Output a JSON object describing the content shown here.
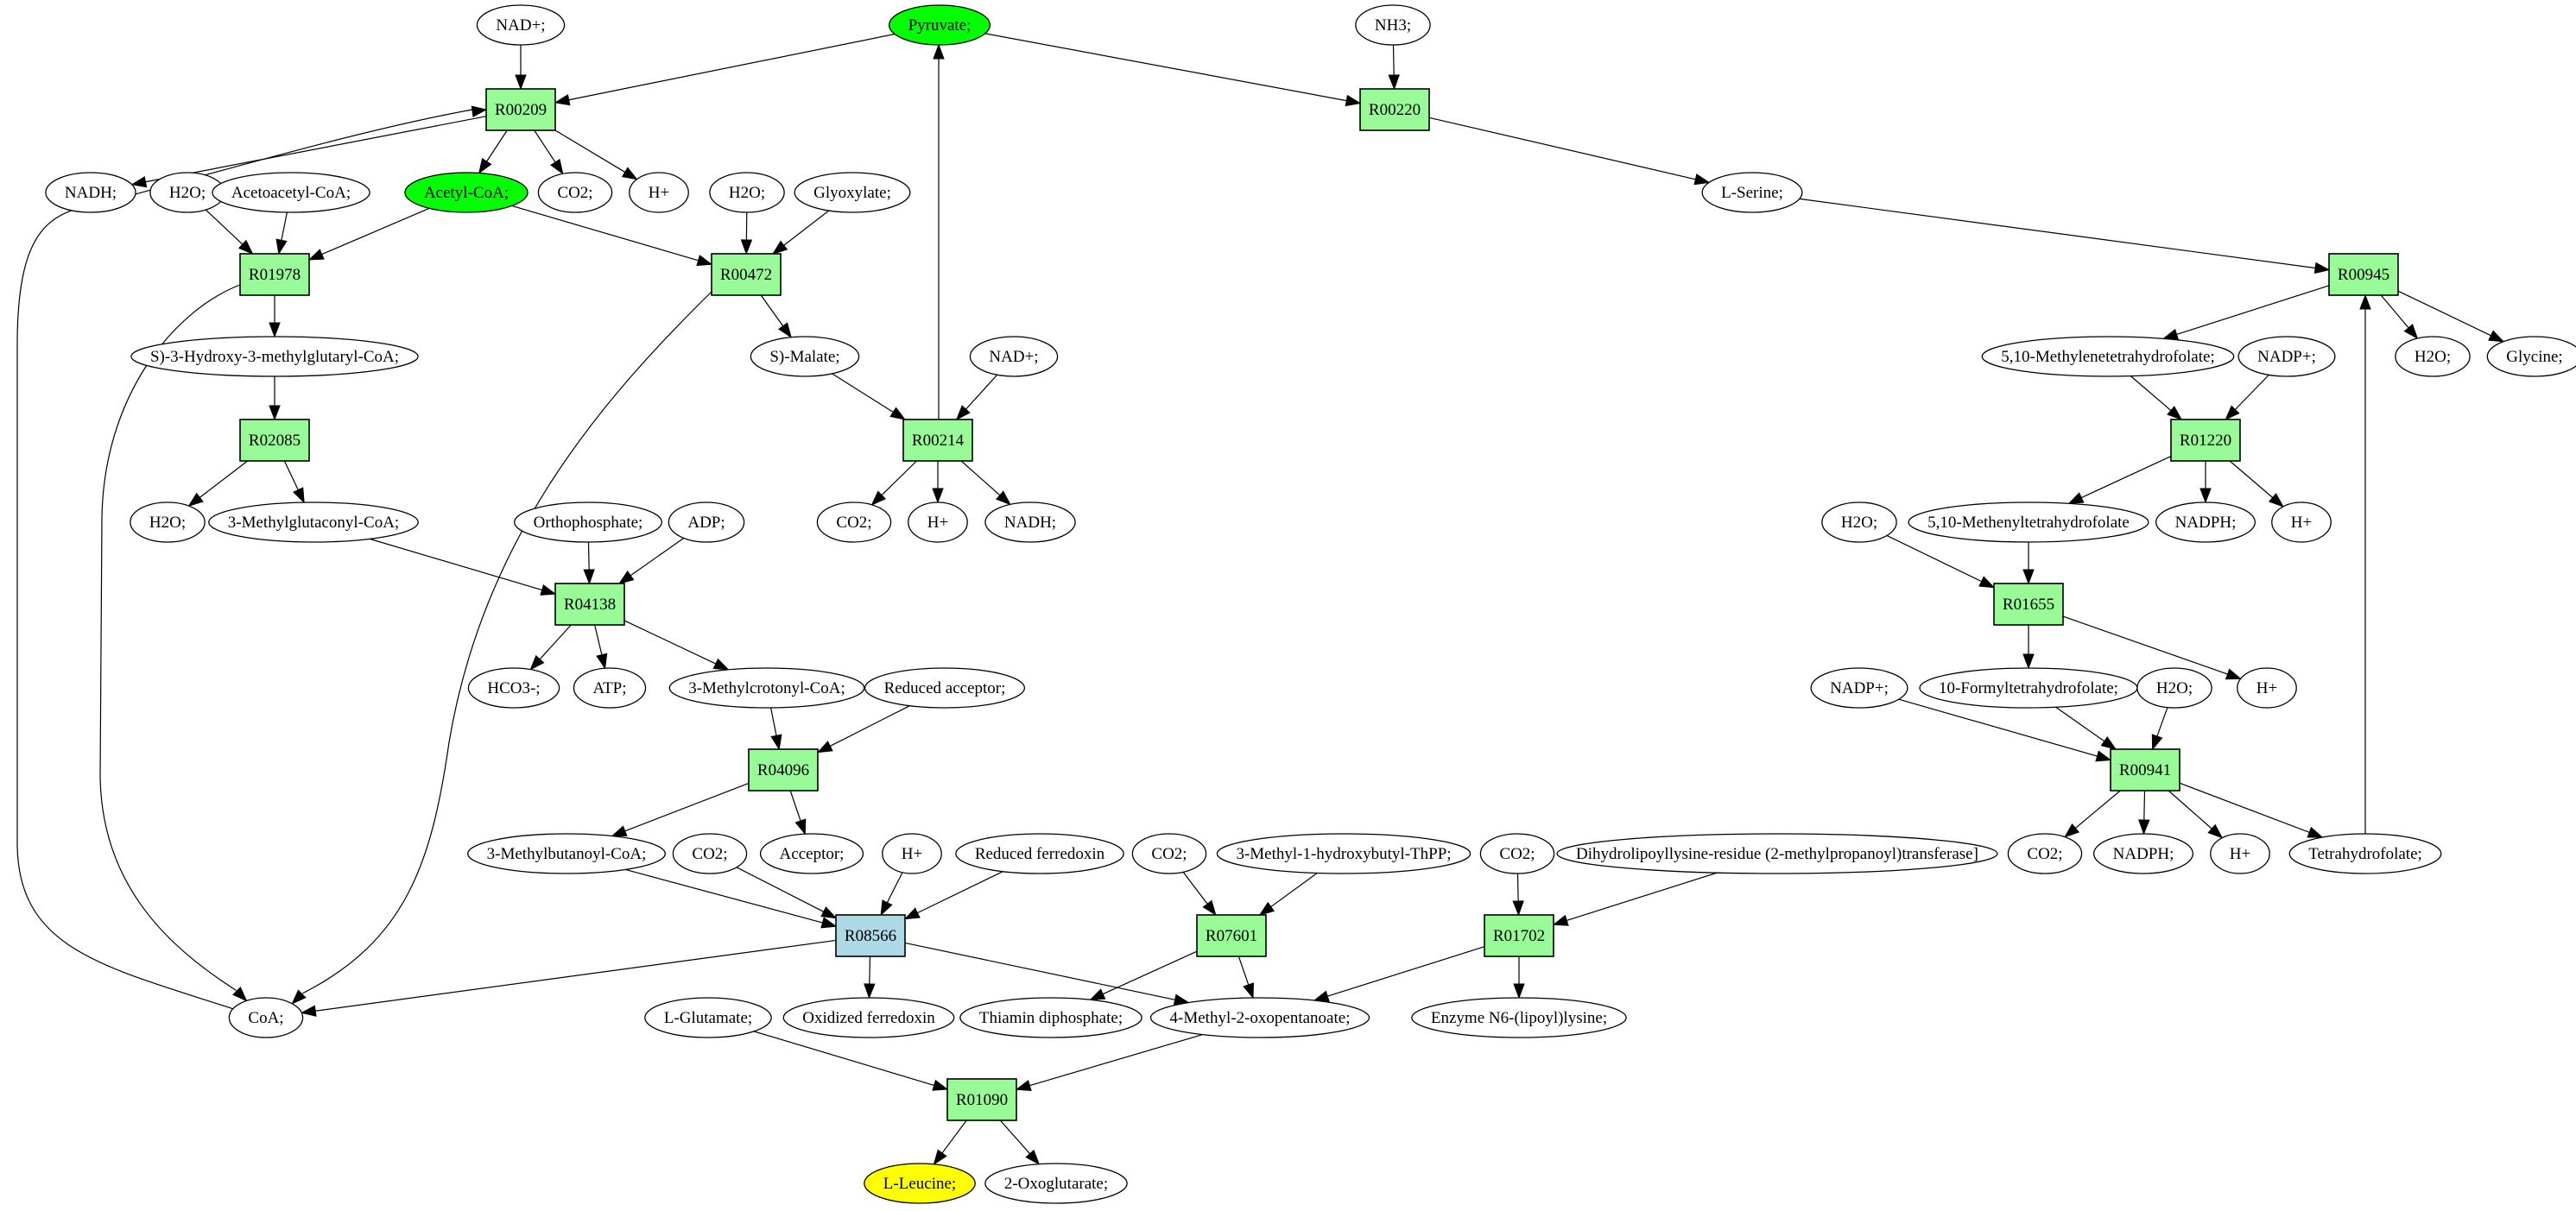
{
  "title": "L-Leucine biosynthesis pathway graph",
  "colors": {
    "reaction": "#98fb98",
    "reaction_highlight": "#add8e6",
    "compound": "#ffffff",
    "source": "#00ff00",
    "target": "#ffff00",
    "edge": "#000000"
  },
  "nodes": [
    {
      "id": "nad_top",
      "label": "NAD+;",
      "type": "compound"
    },
    {
      "id": "pyruvate",
      "label": "Pyruvate;",
      "type": "compound",
      "style": "source"
    },
    {
      "id": "nh3",
      "label": "NH3;",
      "type": "compound"
    },
    {
      "id": "R00209",
      "label": "R00209",
      "type": "reaction"
    },
    {
      "id": "R00220",
      "label": "R00220",
      "type": "reaction"
    },
    {
      "id": "nadh_a",
      "label": "NADH;",
      "type": "compound"
    },
    {
      "id": "h2o_a",
      "label": "H2O;",
      "type": "compound"
    },
    {
      "id": "acetoacetyl",
      "label": "Acetoacetyl-CoA;",
      "type": "compound"
    },
    {
      "id": "acetylcoa",
      "label": "Acetyl-CoA;",
      "type": "compound",
      "style": "source"
    },
    {
      "id": "co2_a",
      "label": "CO2;",
      "type": "compound"
    },
    {
      "id": "hplus_a",
      "label": "H+",
      "type": "compound"
    },
    {
      "id": "h2o_b",
      "label": "H2O;",
      "type": "compound"
    },
    {
      "id": "glyoxylate",
      "label": "Glyoxylate;",
      "type": "compound"
    },
    {
      "id": "lserine",
      "label": "L-Serine;",
      "type": "compound"
    },
    {
      "id": "R01978",
      "label": "R01978",
      "type": "reaction"
    },
    {
      "id": "R00472",
      "label": "R00472",
      "type": "reaction"
    },
    {
      "id": "R00945",
      "label": "R00945",
      "type": "reaction"
    },
    {
      "id": "hmgcoa",
      "label": "S)-3-Hydroxy-3-methylglutaryl-CoA;",
      "type": "compound"
    },
    {
      "id": "smalate",
      "label": "S)-Malate;",
      "type": "compound"
    },
    {
      "id": "nad_b",
      "label": "NAD+;",
      "type": "compound"
    },
    {
      "id": "methylenethf",
      "label": "5,10-Methylenetetrahydrofolate;",
      "type": "compound"
    },
    {
      "id": "nadp_a",
      "label": "NADP+;",
      "type": "compound"
    },
    {
      "id": "h2o_c",
      "label": "H2O;",
      "type": "compound"
    },
    {
      "id": "glycine",
      "label": "Glycine;",
      "type": "compound"
    },
    {
      "id": "R02085",
      "label": "R02085",
      "type": "reaction"
    },
    {
      "id": "R00214",
      "label": "R00214",
      "type": "reaction"
    },
    {
      "id": "R01220",
      "label": "R01220",
      "type": "reaction"
    },
    {
      "id": "h2o_d",
      "label": "H2O;",
      "type": "compound"
    },
    {
      "id": "mgcoa",
      "label": "3-Methylglutaconyl-CoA;",
      "type": "compound"
    },
    {
      "id": "orthophosphate",
      "label": "Orthophosphate;",
      "type": "compound"
    },
    {
      "id": "adp",
      "label": "ADP;",
      "type": "compound"
    },
    {
      "id": "co2_b",
      "label": "CO2;",
      "type": "compound"
    },
    {
      "id": "hplus_b",
      "label": "H+",
      "type": "compound"
    },
    {
      "id": "nadh_b",
      "label": "NADH;",
      "type": "compound"
    },
    {
      "id": "h2o_e",
      "label": "H2O;",
      "type": "compound"
    },
    {
      "id": "methenylthf",
      "label": "5,10-Methenyltetrahydrofolate",
      "type": "compound"
    },
    {
      "id": "nadph_a",
      "label": "NADPH;",
      "type": "compound"
    },
    {
      "id": "hplus_c",
      "label": "H+",
      "type": "compound"
    },
    {
      "id": "R04138",
      "label": "R04138",
      "type": "reaction"
    },
    {
      "id": "R01655",
      "label": "R01655",
      "type": "reaction"
    },
    {
      "id": "hco3",
      "label": "HCO3-;",
      "type": "compound"
    },
    {
      "id": "atp",
      "label": "ATP;",
      "type": "compound"
    },
    {
      "id": "mccoa",
      "label": "3-Methylcrotonyl-CoA;",
      "type": "compound"
    },
    {
      "id": "redacceptor",
      "label": "Reduced acceptor;",
      "type": "compound"
    },
    {
      "id": "nadp_b",
      "label": "NADP+;",
      "type": "compound"
    },
    {
      "id": "formylthf",
      "label": "10-Formyltetrahydrofolate;",
      "type": "compound"
    },
    {
      "id": "h2o_f",
      "label": "H2O;",
      "type": "compound"
    },
    {
      "id": "hplus_d",
      "label": "H+",
      "type": "compound"
    },
    {
      "id": "R04096",
      "label": "R04096",
      "type": "reaction"
    },
    {
      "id": "R00941",
      "label": "R00941",
      "type": "reaction"
    },
    {
      "id": "mbcoa",
      "label": "3-Methylbutanoyl-CoA;",
      "type": "compound"
    },
    {
      "id": "co2_c",
      "label": "CO2;",
      "type": "compound"
    },
    {
      "id": "acceptor",
      "label": "Acceptor;",
      "type": "compound"
    },
    {
      "id": "hplus_e",
      "label": "H+",
      "type": "compound"
    },
    {
      "id": "redferredoxin",
      "label": "Reduced ferredoxin",
      "type": "compound"
    },
    {
      "id": "co2_d",
      "label": "CO2;",
      "type": "compound"
    },
    {
      "id": "mhbthpp",
      "label": "3-Methyl-1-hydroxybutyl-ThPP;",
      "type": "compound"
    },
    {
      "id": "co2_e",
      "label": "CO2;",
      "type": "compound"
    },
    {
      "id": "dihydrolipoyl",
      "label": "Dihydrolipoyllysine-residue (2-methylpropanoyl)transferase]",
      "type": "compound"
    },
    {
      "id": "co2_f",
      "label": "CO2;",
      "type": "compound"
    },
    {
      "id": "nadph_b",
      "label": "NADPH;",
      "type": "compound"
    },
    {
      "id": "hplus_f",
      "label": "H+",
      "type": "compound"
    },
    {
      "id": "thf",
      "label": "Tetrahydrofolate;",
      "type": "compound"
    },
    {
      "id": "R08566",
      "label": "R08566",
      "type": "reaction",
      "style": "highlight"
    },
    {
      "id": "R07601",
      "label": "R07601",
      "type": "reaction"
    },
    {
      "id": "R01702",
      "label": "R01702",
      "type": "reaction"
    },
    {
      "id": "coa",
      "label": "CoA;",
      "type": "compound"
    },
    {
      "id": "lglutamate",
      "label": "L-Glutamate;",
      "type": "compound"
    },
    {
      "id": "oxferredoxin",
      "label": "Oxidized ferredoxin",
      "type": "compound"
    },
    {
      "id": "thiamin",
      "label": "Thiamin diphosphate;",
      "type": "compound"
    },
    {
      "id": "kic",
      "label": "4-Methyl-2-oxopentanoate;",
      "type": "compound"
    },
    {
      "id": "lipoyllysine",
      "label": "Enzyme N6-(lipoyl)lysine;",
      "type": "compound"
    },
    {
      "id": "R01090",
      "label": "R01090",
      "type": "reaction"
    },
    {
      "id": "lleucine",
      "label": "L-Leucine;",
      "type": "compound",
      "style": "target"
    },
    {
      "id": "oxoglutarate",
      "label": "2-Oxoglutarate;",
      "type": "compound"
    }
  ],
  "edges": [
    [
      "nad_top",
      "R00209"
    ],
    [
      "pyruvate",
      "R00209"
    ],
    [
      "pyruvate",
      "R00220"
    ],
    [
      "nh3",
      "R00220"
    ],
    [
      "R00209",
      "nadh_a"
    ],
    [
      "R00209",
      "acetylcoa"
    ],
    [
      "R00209",
      "co2_a"
    ],
    [
      "R00209",
      "hplus_a"
    ],
    [
      "coa",
      "R00209"
    ],
    [
      "R00220",
      "lserine"
    ],
    [
      "h2o_a",
      "R01978"
    ],
    [
      "acetoacetyl",
      "R01978"
    ],
    [
      "acetylcoa",
      "R01978"
    ],
    [
      "acetylcoa",
      "R00472"
    ],
    [
      "h2o_b",
      "R00472"
    ],
    [
      "glyoxylate",
      "R00472"
    ],
    [
      "lserine",
      "R00945"
    ],
    [
      "R01978",
      "hmgcoa"
    ],
    [
      "R01978",
      "coa"
    ],
    [
      "R00472",
      "smalate"
    ],
    [
      "R00472",
      "coa"
    ],
    [
      "R00945",
      "methylenethf"
    ],
    [
      "R00945",
      "h2o_c"
    ],
    [
      "R00945",
      "glycine"
    ],
    [
      "thf",
      "R00945"
    ],
    [
      "hmgcoa",
      "R02085"
    ],
    [
      "smalate",
      "R00214"
    ],
    [
      "nad_b",
      "R00214"
    ],
    [
      "R00214",
      "pyruvate"
    ],
    [
      "R00214",
      "co2_b"
    ],
    [
      "R00214",
      "hplus_b"
    ],
    [
      "R00214",
      "nadh_b"
    ],
    [
      "methylenethf",
      "R01220"
    ],
    [
      "nadp_a",
      "R01220"
    ],
    [
      "R01220",
      "methenylthf"
    ],
    [
      "R01220",
      "nadph_a"
    ],
    [
      "R01220",
      "hplus_c"
    ],
    [
      "R02085",
      "h2o_d"
    ],
    [
      "R02085",
      "mgcoa"
    ],
    [
      "mgcoa",
      "R04138"
    ],
    [
      "orthophosphate",
      "R04138"
    ],
    [
      "adp",
      "R04138"
    ],
    [
      "R04138",
      "hco3"
    ],
    [
      "R04138",
      "atp"
    ],
    [
      "R04138",
      "mccoa"
    ],
    [
      "h2o_e",
      "R01655"
    ],
    [
      "methenylthf",
      "R01655"
    ],
    [
      "R01655",
      "formylthf"
    ],
    [
      "R01655",
      "hplus_d"
    ],
    [
      "mccoa",
      "R04096"
    ],
    [
      "redacceptor",
      "R04096"
    ],
    [
      "R04096",
      "mbcoa"
    ],
    [
      "R04096",
      "acceptor"
    ],
    [
      "nadp_b",
      "R00941"
    ],
    [
      "formylthf",
      "R00941"
    ],
    [
      "h2o_f",
      "R00941"
    ],
    [
      "R00941",
      "co2_f"
    ],
    [
      "R00941",
      "nadph_b"
    ],
    [
      "R00941",
      "hplus_f"
    ],
    [
      "R00941",
      "thf"
    ],
    [
      "mbcoa",
      "R08566"
    ],
    [
      "co2_c",
      "R08566"
    ],
    [
      "hplus_e",
      "R08566"
    ],
    [
      "redferredoxin",
      "R08566"
    ],
    [
      "R08566",
      "coa"
    ],
    [
      "R08566",
      "oxferredoxin"
    ],
    [
      "R08566",
      "kic"
    ],
    [
      "co2_d",
      "R07601"
    ],
    [
      "mhbthpp",
      "R07601"
    ],
    [
      "R07601",
      "thiamin"
    ],
    [
      "R07601",
      "kic"
    ],
    [
      "co2_e",
      "R01702"
    ],
    [
      "dihydrolipoyl",
      "R01702"
    ],
    [
      "R01702",
      "kic"
    ],
    [
      "R01702",
      "lipoyllysine"
    ],
    [
      "lglutamate",
      "R01090"
    ],
    [
      "kic",
      "R01090"
    ],
    [
      "R01090",
      "lleucine"
    ],
    [
      "R01090",
      "oxoglutarate"
    ]
  ]
}
